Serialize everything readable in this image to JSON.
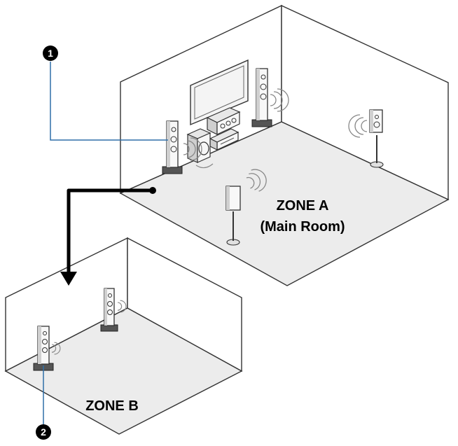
{
  "callouts": [
    {
      "number": "1",
      "target": "front-left-tower-speaker-zone-a"
    },
    {
      "number": "2",
      "target": "front-left-tower-speaker-zone-b"
    }
  ],
  "zones": [
    {
      "id": "zone-a",
      "title": "ZONE A",
      "subtitle": "(Main Room)"
    },
    {
      "id": "zone-b",
      "title": "ZONE B",
      "subtitle": ""
    }
  ],
  "colors": {
    "callout_line": "#2f6fa8",
    "room_floor": "#ececec",
    "outline": "#333333"
  },
  "icons": [
    "tv-icon",
    "tower-speaker-icon",
    "subwoofer-icon",
    "center-speaker-icon",
    "av-receiver-icon",
    "surround-speaker-icon",
    "sound-wave-icon",
    "arrow-icon"
  ]
}
